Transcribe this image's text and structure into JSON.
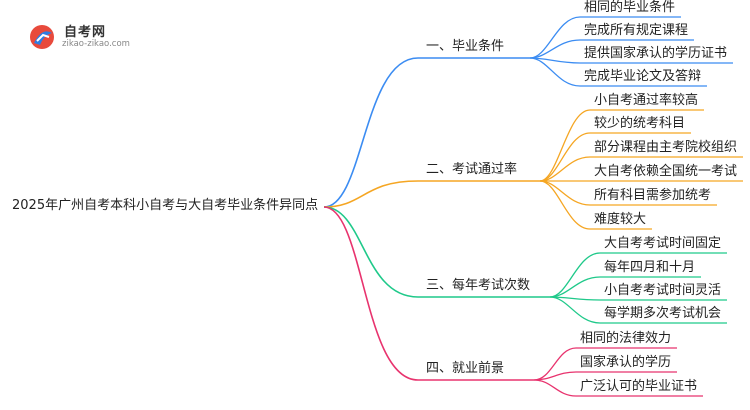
{
  "logo": {
    "name": "自考网",
    "url": "zikao-zikao.com"
  },
  "root": "2025年广州自考本科小自考与大自考毕业条件异同点",
  "branches": [
    {
      "label": "一、毕业条件",
      "color": "#3b8cf2",
      "leaves": [
        "相同的毕业条件",
        "完成所有规定课程",
        "提供国家承认的学历证书",
        "完成毕业论文及答辩"
      ]
    },
    {
      "label": "二、考试通过率",
      "color": "#f5a623",
      "leaves": [
        "小自考通过率较高",
        "较少的统考科目",
        "部分课程由主考院校组织",
        "大自考依赖全国统一考试",
        "所有科目需参加统考",
        "难度较大"
      ]
    },
    {
      "label": "三、每年考试次数",
      "color": "#1fc98a",
      "leaves": [
        "大自考考试时间固定",
        "每年四月和十月",
        "小自考考试时间灵活",
        "每学期多次考试机会"
      ]
    },
    {
      "label": "四、就业前景",
      "color": "#e8336e",
      "leaves": [
        "相同的法律效力",
        "国家承认的学历",
        "广泛认可的毕业证书"
      ]
    }
  ]
}
